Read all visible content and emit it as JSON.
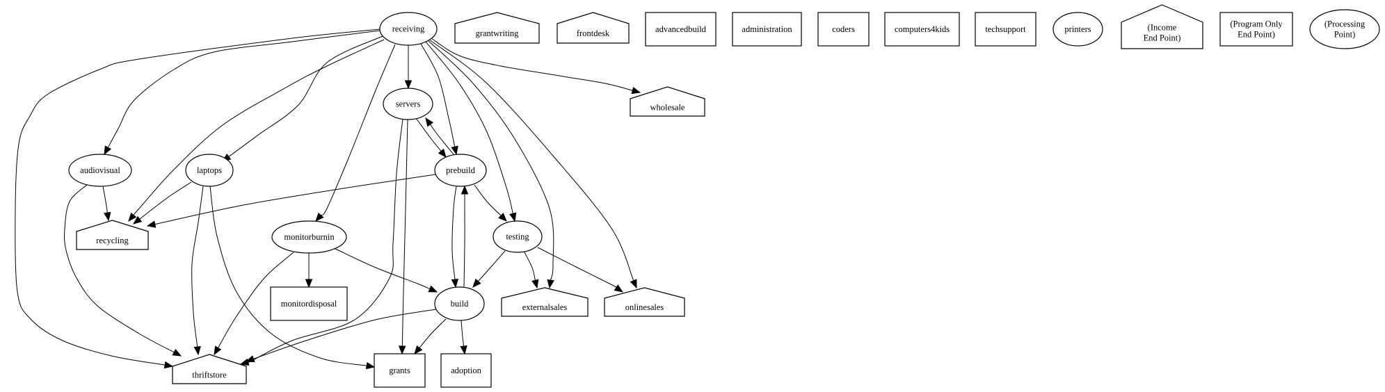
{
  "diagram": {
    "type": "directed-graph",
    "background": "#ffffff",
    "stroke_color": "#000000",
    "nodes": [
      {
        "id": "receiving",
        "label": "receiving",
        "shape": "ellipse"
      },
      {
        "id": "grantwriting",
        "label": "grantwriting",
        "shape": "house"
      },
      {
        "id": "frontdesk",
        "label": "frontdesk",
        "shape": "house"
      },
      {
        "id": "advancedbuild",
        "label": "advancedbuild",
        "shape": "box"
      },
      {
        "id": "administration",
        "label": "administration",
        "shape": "box"
      },
      {
        "id": "coders",
        "label": "coders",
        "shape": "box"
      },
      {
        "id": "computers4kids",
        "label": "computers4kids",
        "shape": "box"
      },
      {
        "id": "techsupport",
        "label": "techsupport",
        "shape": "box"
      },
      {
        "id": "printers",
        "label": "printers",
        "shape": "ellipse"
      },
      {
        "id": "legend_income",
        "label": "(Income\nEnd Point)",
        "shape": "house"
      },
      {
        "id": "legend_program",
        "label": "(Program Only\nEnd Point)",
        "shape": "box"
      },
      {
        "id": "legend_processing",
        "label": "(Processing\nPoint)",
        "shape": "ellipse"
      },
      {
        "id": "servers",
        "label": "servers",
        "shape": "ellipse"
      },
      {
        "id": "wholesale",
        "label": "wholesale",
        "shape": "house"
      },
      {
        "id": "audiovisual",
        "label": "audiovisual",
        "shape": "ellipse"
      },
      {
        "id": "laptops",
        "label": "laptops",
        "shape": "ellipse"
      },
      {
        "id": "prebuild",
        "label": "prebuild",
        "shape": "ellipse"
      },
      {
        "id": "recycling",
        "label": "recycling",
        "shape": "house"
      },
      {
        "id": "monitorburnin",
        "label": "monitorburnin",
        "shape": "ellipse"
      },
      {
        "id": "testing",
        "label": "testing",
        "shape": "ellipse"
      },
      {
        "id": "monitordisposal",
        "label": "monitordisposal",
        "shape": "box"
      },
      {
        "id": "build",
        "label": "build",
        "shape": "ellipse"
      },
      {
        "id": "externalsales",
        "label": "externalsales",
        "shape": "house"
      },
      {
        "id": "onlinesales",
        "label": "onlinesales",
        "shape": "house"
      },
      {
        "id": "thriftstore",
        "label": "thriftstore",
        "shape": "house"
      },
      {
        "id": "grants",
        "label": "grants",
        "shape": "box"
      },
      {
        "id": "adoption",
        "label": "adoption",
        "shape": "box"
      }
    ],
    "edges": [
      {
        "from": "receiving",
        "to": "servers"
      },
      {
        "from": "receiving",
        "to": "audiovisual"
      },
      {
        "from": "receiving",
        "to": "laptops"
      },
      {
        "from": "receiving",
        "to": "recycling"
      },
      {
        "from": "receiving",
        "to": "thriftstore"
      },
      {
        "from": "receiving",
        "to": "monitorburnin"
      },
      {
        "from": "receiving",
        "to": "prebuild"
      },
      {
        "from": "receiving",
        "to": "testing"
      },
      {
        "from": "receiving",
        "to": "externalsales"
      },
      {
        "from": "receiving",
        "to": "onlinesales"
      },
      {
        "from": "receiving",
        "to": "wholesale"
      },
      {
        "from": "servers",
        "to": "prebuild"
      },
      {
        "from": "prebuild",
        "to": "servers"
      },
      {
        "from": "servers",
        "to": "grants"
      },
      {
        "from": "servers",
        "to": "thriftstore"
      },
      {
        "from": "audiovisual",
        "to": "recycling"
      },
      {
        "from": "audiovisual",
        "to": "thriftstore"
      },
      {
        "from": "laptops",
        "to": "recycling"
      },
      {
        "from": "laptops",
        "to": "thriftstore"
      },
      {
        "from": "laptops",
        "to": "grants"
      },
      {
        "from": "prebuild",
        "to": "recycling"
      },
      {
        "from": "prebuild",
        "to": "testing"
      },
      {
        "from": "prebuild",
        "to": "build"
      },
      {
        "from": "build",
        "to": "prebuild"
      },
      {
        "from": "monitorburnin",
        "to": "monitordisposal"
      },
      {
        "from": "monitorburnin",
        "to": "build"
      },
      {
        "from": "monitorburnin",
        "to": "thriftstore"
      },
      {
        "from": "testing",
        "to": "build"
      },
      {
        "from": "testing",
        "to": "externalsales"
      },
      {
        "from": "testing",
        "to": "onlinesales"
      },
      {
        "from": "build",
        "to": "thriftstore"
      },
      {
        "from": "build",
        "to": "grants"
      },
      {
        "from": "build",
        "to": "adoption"
      }
    ]
  }
}
